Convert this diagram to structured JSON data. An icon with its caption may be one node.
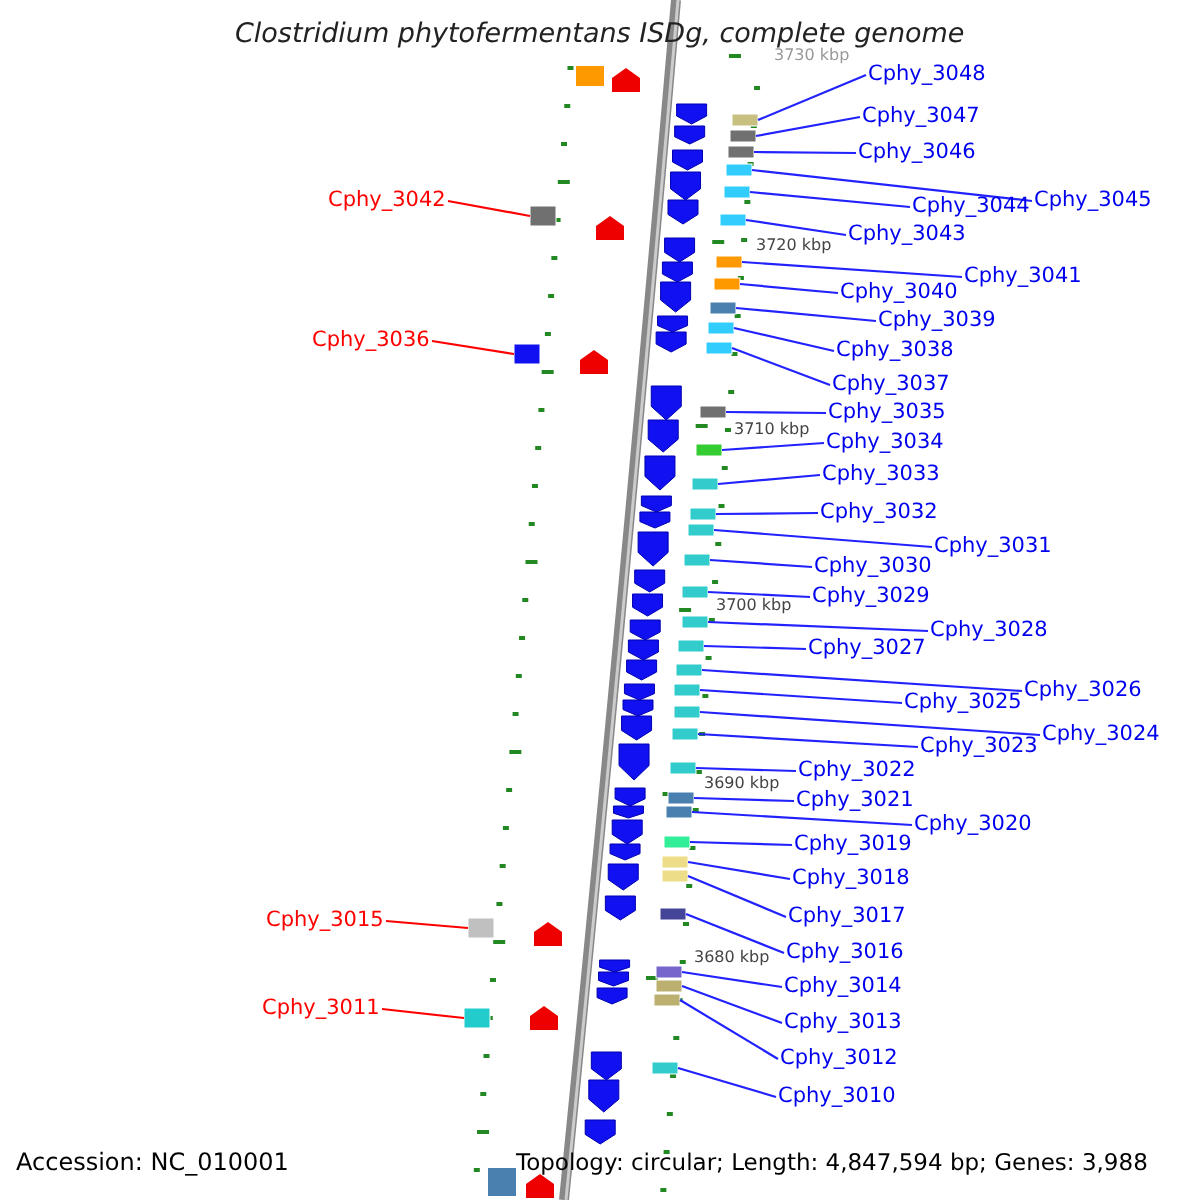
{
  "diagram": {
    "title": "Clostridium phytofermentans ISDg, complete genome",
    "nodes": [
      {
        "text": [
          "Cphy_3048"
        ]
      },
      {
        "text": [
          "Cphy_3047"
        ]
      },
      {
        "text": [
          "Cphy_3046"
        ]
      },
      {
        "text": [
          "Cphy_3042"
        ]
      },
      {
        "text": [
          "Cphy_3045"
        ]
      },
      {
        "text": [
          "Cphy_3044"
        ]
      },
      {
        "text": [
          "Cphy_3043"
        ]
      },
      {
        "text": [
          "Cphy_3041"
        ]
      },
      {
        "text": [
          "Cphy_3040"
        ]
      },
      {
        "text": [
          "Cphy_3039"
        ]
      },
      {
        "text": [
          "Cphy_3036"
        ]
      },
      {
        "text": [
          "Cphy_3038"
        ]
      },
      {
        "text": [
          "Cphy_3037"
        ]
      },
      {
        "text": [
          "Cphy_3035"
        ]
      },
      {
        "text": [
          "Cphy_3034"
        ]
      },
      {
        "text": [
          "Cphy_3033"
        ]
      },
      {
        "text": [
          "Cphy_3032"
        ]
      },
      {
        "text": [
          "Cphy_3031"
        ]
      },
      {
        "text": [
          "Cphy_3030"
        ]
      },
      {
        "text": [
          "Cphy_3029"
        ]
      },
      {
        "text": [
          "Cphy_3028"
        ]
      },
      {
        "text": [
          "Cphy_3027"
        ]
      },
      {
        "text": [
          "Cphy_3026"
        ]
      },
      {
        "text": [
          "Cphy_3025"
        ]
      },
      {
        "text": [
          "Cphy_3024"
        ]
      },
      {
        "text": [
          "Cphy_3023"
        ]
      },
      {
        "text": [
          "Cphy_3022"
        ]
      },
      {
        "text": [
          "Cphy_3021"
        ]
      },
      {
        "text": [
          "Cphy_3020"
        ]
      },
      {
        "text": [
          "Cphy_3019"
        ]
      },
      {
        "text": [
          "Cphy_3018"
        ]
      },
      {
        "text": [
          "Cphy_3017"
        ]
      },
      {
        "text": [
          "Cphy_3015"
        ]
      },
      {
        "text": [
          "Cphy_3016"
        ]
      },
      {
        "text": [
          "Cphy_3014"
        ]
      },
      {
        "text": [
          "Cphy_3011"
        ]
      },
      {
        "text": [
          "Cphy_3013"
        ]
      },
      {
        "text": [
          "Cphy_3012"
        ]
      },
      {
        "text": [
          "Cphy_3010"
        ]
      },
      {
        "text": [],
        "shape": "box"
      },
      {
        "text": [],
        "shape": "box"
      },
      {
        "text": [],
        "shape": "box"
      },
      {
        "text": [],
        "shape": "box"
      },
      {
        "text": [],
        "shape": "box"
      },
      {
        "text": [],
        "shape": "box"
      },
      {
        "text": [],
        "shape": "box"
      },
      {
        "text": [],
        "shape": "box"
      },
      {
        "text": [],
        "shape": "box"
      },
      {
        "text": [],
        "shape": "box"
      },
      {
        "text": [],
        "shape": "box"
      },
      {
        "text": [],
        "shape": "box"
      },
      {
        "text": [],
        "shape": "box"
      },
      {
        "text": [],
        "shape": "box"
      },
      {
        "text": [],
        "shape": "box"
      },
      {
        "text": [],
        "shape": "box"
      },
      {
        "text": [],
        "shape": "box"
      },
      {
        "text": [],
        "shape": "box"
      },
      {
        "text": [],
        "shape": "box"
      },
      {
        "text": [],
        "shape": "box"
      },
      {
        "text": [],
        "shape": "box"
      },
      {
        "text": [],
        "shape": "box"
      },
      {
        "text": [],
        "shape": "box"
      },
      {
        "text": [],
        "shape": "box"
      },
      {
        "text": [],
        "shape": "box"
      },
      {
        "text": [],
        "shape": "box"
      },
      {
        "text": [],
        "shape": "box"
      },
      {
        "text": [],
        "shape": "box"
      },
      {
        "text": [],
        "shape": "box"
      },
      {
        "text": [],
        "shape": "box"
      },
      {
        "text": [],
        "shape": "box"
      },
      {
        "text": [],
        "shape": "box"
      },
      {
        "text": [],
        "shape": "box"
      },
      {
        "text": [],
        "shape": "box"
      },
      {
        "text": [],
        "shape": "box"
      },
      {
        "text": [],
        "shape": "box"
      },
      {
        "text": [],
        "shape": "box"
      },
      {
        "text": [],
        "shape": "box"
      },
      {
        "text": [],
        "shape": "box"
      }
    ],
    "edges": [
      {
        "from": 0,
        "to": 39,
        "arrow": "none"
      },
      {
        "from": 1,
        "to": 40,
        "arrow": "none"
      },
      {
        "from": 2,
        "to": 41,
        "arrow": "none"
      },
      {
        "from": 3,
        "to": 44,
        "arrow": "none",
        "color": "#ff0000"
      },
      {
        "from": 4,
        "to": 42,
        "arrow": "none"
      },
      {
        "from": 5,
        "to": 43,
        "arrow": "none"
      },
      {
        "from": 6,
        "to": 45,
        "arrow": "none"
      },
      {
        "from": 7,
        "to": 46,
        "arrow": "none"
      },
      {
        "from": 8,
        "to": 47,
        "arrow": "none"
      },
      {
        "from": 9,
        "to": 48,
        "arrow": "none"
      },
      {
        "from": 10,
        "to": 51,
        "arrow": "none",
        "color": "#ff0000"
      },
      {
        "from": 11,
        "to": 49,
        "arrow": "none"
      },
      {
        "from": 12,
        "to": 50,
        "arrow": "none"
      },
      {
        "from": 13,
        "to": 52,
        "arrow": "none"
      },
      {
        "from": 14,
        "to": 53,
        "arrow": "none"
      },
      {
        "from": 15,
        "to": 54,
        "arrow": "none"
      },
      {
        "from": 16,
        "to": 55,
        "arrow": "none"
      },
      {
        "from": 17,
        "to": 56,
        "arrow": "none"
      },
      {
        "from": 18,
        "to": 57,
        "arrow": "none"
      },
      {
        "from": 19,
        "to": 58,
        "arrow": "none"
      },
      {
        "from": 20,
        "to": 59,
        "arrow": "none"
      },
      {
        "from": 21,
        "to": 60,
        "arrow": "none"
      },
      {
        "from": 22,
        "to": 61,
        "arrow": "none"
      },
      {
        "from": 23,
        "to": 62,
        "arrow": "none"
      },
      {
        "from": 24,
        "to": 63,
        "arrow": "none"
      },
      {
        "from": 25,
        "to": 64,
        "arrow": "none"
      },
      {
        "from": 26,
        "to": 65,
        "arrow": "none"
      },
      {
        "from": 27,
        "to": 66,
        "arrow": "none"
      },
      {
        "from": 28,
        "to": 67,
        "arrow": "none"
      },
      {
        "from": 29,
        "to": 68,
        "arrow": "none"
      },
      {
        "from": 30,
        "to": 69,
        "arrow": "none"
      },
      {
        "from": 31,
        "to": 70,
        "arrow": "none"
      },
      {
        "from": 32,
        "to": 72,
        "arrow": "none",
        "color": "#ff0000"
      },
      {
        "from": 33,
        "to": 71,
        "arrow": "none"
      },
      {
        "from": 34,
        "to": 73,
        "arrow": "none"
      },
      {
        "from": 35,
        "to": 76,
        "arrow": "none",
        "color": "#ff0000"
      },
      {
        "from": 36,
        "to": 74,
        "arrow": "none"
      },
      {
        "from": 37,
        "to": 75,
        "arrow": "none"
      },
      {
        "from": 38,
        "to": 77,
        "arrow": "none"
      }
    ],
    "labels": [
      "3730 kbp",
      "3720 kbp",
      "3710 kbp",
      "3700 kbp",
      "3690 kbp",
      "3680 kbp",
      "Accession: NC_010001",
      "Topology: circular; Length: 4,847,594 bp; Genes: 3,988"
    ]
  }
}
